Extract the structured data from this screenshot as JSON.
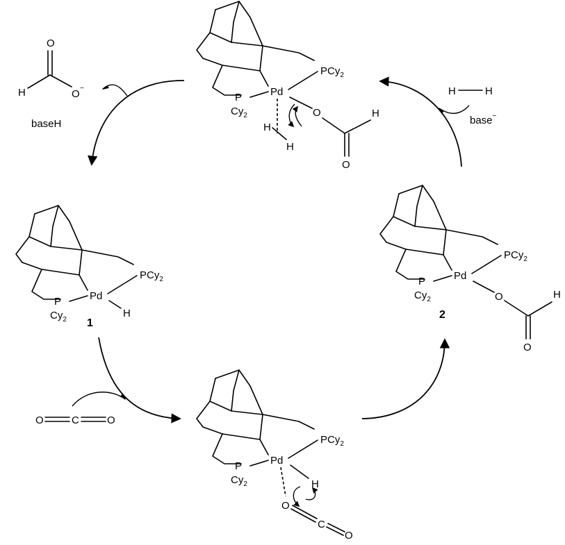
{
  "atoms": {
    "palladium": "Pd",
    "phosphorus": "P",
    "phosphine_group": "PCy",
    "cyclohexyl": "Cy",
    "cy_count": "2",
    "hydrogen": "H",
    "oxygen": "O",
    "carbon": "C"
  },
  "charges": {
    "minus": "−"
  },
  "labels": {
    "base_h": "baseH",
    "base": "base"
  },
  "compounds": {
    "hydride": "1",
    "formate": "2"
  }
}
